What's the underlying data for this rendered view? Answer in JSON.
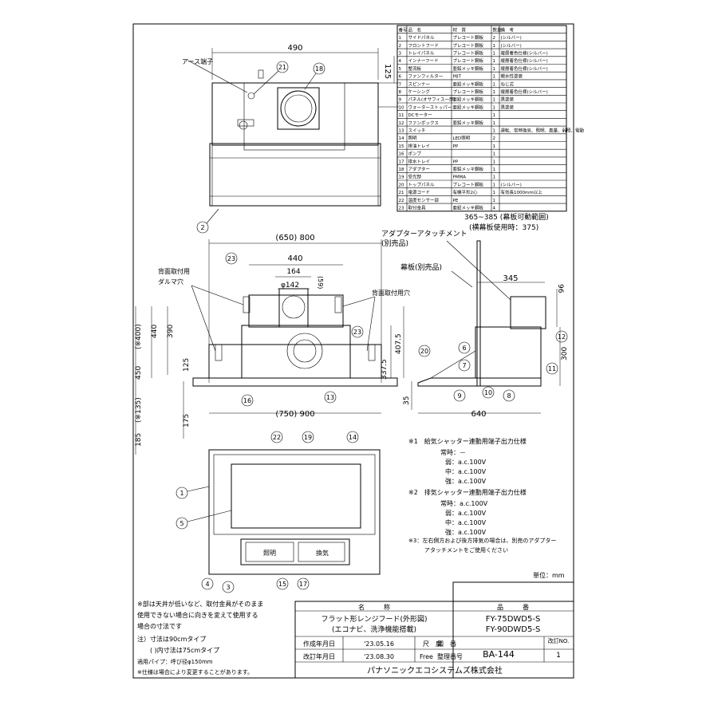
{
  "top_view": {
    "width": "490",
    "height": "125",
    "earth_label": "アース端子",
    "callout_21": "21",
    "callout_18": "18",
    "callout_2": "2"
  },
  "parts_table": {
    "headers": [
      "番号",
      "品　名",
      "材　質",
      "数量",
      "備　考"
    ],
    "rows": [
      [
        "1",
        "サイドパネル",
        "プレコート鋼板",
        "2",
        "(シルバー)"
      ],
      [
        "2",
        "フロントフード",
        "プレコート鋼板",
        "1",
        "(シルバー)"
      ],
      [
        "3",
        "トレイパネル",
        "プレコート鋼板",
        "1",
        "複層着色仕様(シルバー)"
      ],
      [
        "4",
        "インナーフード",
        "プレコート鋼板",
        "1",
        "複層着色仕様(シルバー)"
      ],
      [
        "5",
        "整流板",
        "亜鉛メッキ鋼板",
        "1",
        "複層着色仕様(シルバー)"
      ],
      [
        "6",
        "ファンフィルター",
        "PBT",
        "1",
        "親水性塗装"
      ],
      [
        "7",
        "スピンナー",
        "亜鉛メッキ鋼板",
        "1",
        "ねじ式"
      ],
      [
        "8",
        "ケーシング",
        "プレコート鋼板",
        "1",
        "複層着色仕様(シルバー)"
      ],
      [
        "9",
        "パネル(オサフィス一部)",
        "亜鉛メッキ鋼板",
        "1",
        "黒塗装"
      ],
      [
        "10",
        "ウォーターストッパー",
        "亜鉛メッキ鋼板",
        "1",
        "黒塗装"
      ],
      [
        "11",
        "DCモーター",
        "",
        "1",
        ""
      ],
      [
        "12",
        "ファンボックス",
        "亜鉛メッキ鋼板",
        "1",
        ""
      ],
      [
        "13",
        "スイッチ",
        "",
        "1",
        "運転、常時換気、照明、風量、弱照、電動"
      ],
      [
        "14",
        "照明",
        "LED照明",
        "2",
        ""
      ],
      [
        "15",
        "排油トレイ",
        "PP",
        "1",
        ""
      ],
      [
        "16",
        "ポンプ",
        "",
        "1",
        ""
      ],
      [
        "17",
        "排水トレイ",
        "PP",
        "1",
        ""
      ],
      [
        "18",
        "アダプター",
        "亜鉛メッキ鋼板",
        "1",
        ""
      ],
      [
        "19",
        "受光部",
        "PMMA",
        "1",
        ""
      ],
      [
        "20",
        "トップパネル",
        "プレコート鋼板",
        "1",
        "(シルバー)"
      ],
      [
        "21",
        "電源コード",
        "有機平形2心",
        "1",
        "有効長1000mm以上"
      ],
      [
        "22",
        "温度センサー部",
        "PE",
        "1",
        ""
      ],
      [
        "23",
        "取付金具",
        "亜鉛メッキ鋼板",
        "4",
        ""
      ]
    ]
  },
  "front_view": {
    "w_top": "(650) 800",
    "w_440": "440",
    "w_164": "164",
    "phi142": "φ142",
    "d59": "(59)",
    "mount_label": "背面取付用\nダルマ穴",
    "mount_label_1": "背面取付用",
    "mount_label_2": "ダルマ穴",
    "mount_hole": "背面取付用穴",
    "h_450": "450",
    "h_400": "(※400)",
    "h_440": "440",
    "h_390": "390",
    "h_125": "125",
    "h_175": "175",
    "h_185": "185",
    "h_135": "(※135)",
    "h_3375": "337.5",
    "h_4075": "407.5",
    "w_bottom": "(750) 900",
    "c23": "23",
    "c23b": "23",
    "c16": "16",
    "c13": "13"
  },
  "side_view": {
    "range": "365~385 (幕板可動範囲)",
    "range2": "(横幕板使用時：375)",
    "adapter": "アダプターアタッチメント",
    "adapter2": "(別売品)",
    "makuita": "幕板(別売品)",
    "w345": "345",
    "h96": "96",
    "h300": "300",
    "h35": "35",
    "w640": "640",
    "c6": "6",
    "c7": "7",
    "c9": "9",
    "c10": "10",
    "c8": "8",
    "c11": "11",
    "c12": "12",
    "c20": "20"
  },
  "bottom_view": {
    "c22": "22",
    "c19": "19",
    "c14": "14",
    "c1": "1",
    "c5": "5",
    "c4": "4",
    "c3": "3",
    "c15": "15",
    "c17": "17",
    "btn_left": "照明",
    "btn_right": "換気"
  },
  "notes": {
    "n1_title": "※1　給気シャッター連動用端子出力仕様",
    "n1_l1": "常時：－",
    "n1_l2": "弱：a.c.100V",
    "n1_l3": "中：a.c.100V",
    "n1_l4": "強：a.c.100V",
    "n2_title": "※2　排気シャッター連動用端子出力仕様",
    "n2_l1": "常時：a.c.100V",
    "n2_l2": "弱：a.c.100V",
    "n2_l3": "中：a.c.100V",
    "n2_l4": "強：a.c.100V",
    "n3_l1": "※3：左右側方および後方排気の場合は、別売のアダプター",
    "n3_l2": "アタッチメントをご使用ください",
    "unit": "単位：mm"
  },
  "left_notes": {
    "l1": "※部は天井が低いなど、取付金具がそのまま",
    "l2": "使用できない場合に向きを変えて使用する",
    "l3": "場合の寸法です",
    "l4": "注）寸法は90cmタイプ",
    "l5": "( )内寸法は75cmタイプ",
    "l6": "適用パイプ：呼び径φ150mm",
    "l7": "※仕様は場合により変更することがあります。"
  },
  "title_block": {
    "name_header": "名　　　称",
    "number_header": "品　　　番",
    "name_1": "フラット形レンジフード(外形図)",
    "name_2": "(エコナビ、洗浄機能搭載)",
    "model_1": "FY-75DWD5-S",
    "model_2": "FY-90DWD5-S",
    "created_label": "作成年月日",
    "created_date": "'23.05.16",
    "scale_label": "尺　度",
    "drawing_label": "図　番",
    "revised_label": "改訂年月日",
    "revised_date": "'23.08.30",
    "scale_value": "Free",
    "ref_label": "整理番号",
    "drawing_number": "BA-144",
    "rev_label": "改訂NO.",
    "rev_number": "1",
    "company": "パナソニックエコシステムズ株式会社"
  }
}
